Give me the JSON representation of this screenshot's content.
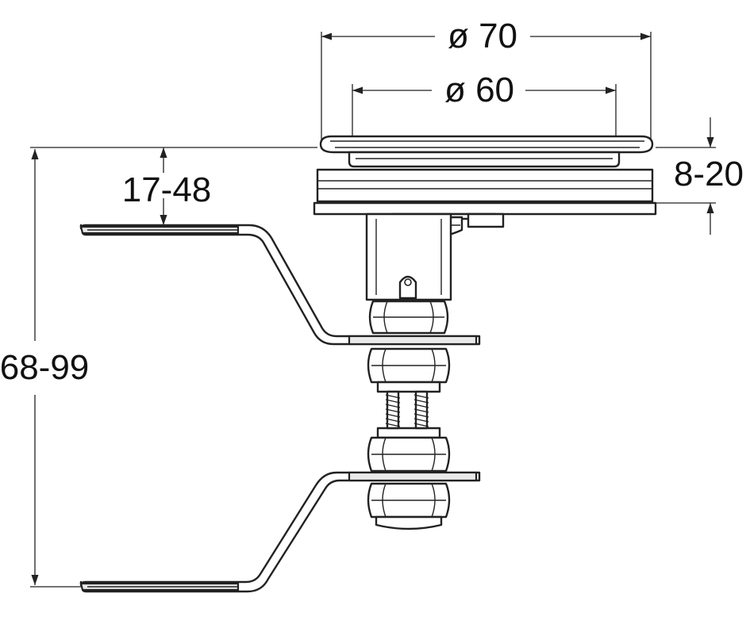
{
  "dimensions": {
    "outer_diameter": "ø 70",
    "inner_diameter": "ø 60",
    "panel_thickness": "8-20",
    "bracket_offset": "17-48",
    "overall_height": "68-99"
  },
  "colors": {
    "line": "#222222",
    "background": "#ffffff",
    "shading": "#e9e9e9"
  }
}
